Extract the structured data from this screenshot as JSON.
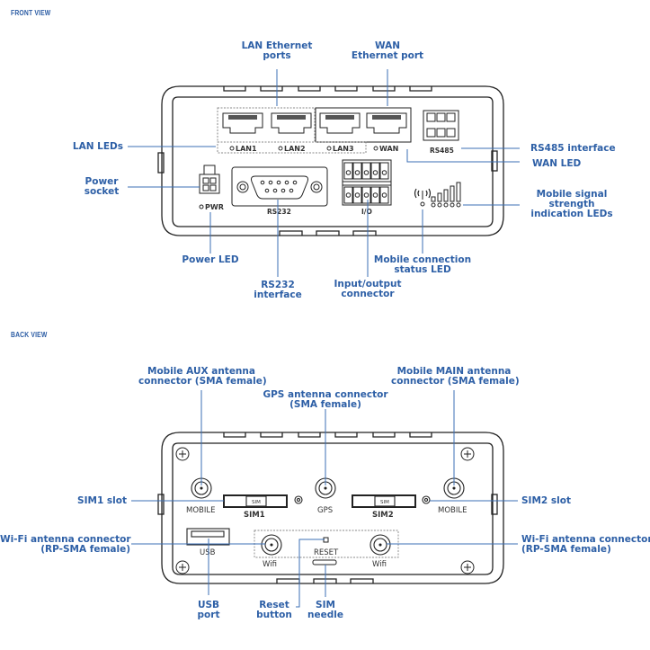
{
  "sections": {
    "front_title": "FRONT VIEW",
    "back_title": "BACK VIEW"
  },
  "colors": {
    "label": "#2d5fa6",
    "leader": "#3b6fb5",
    "outline": "#222222"
  },
  "front": {
    "callouts": {
      "lan_ports": [
        "LAN Ethernet",
        "ports"
      ],
      "wan_port": [
        "WAN",
        "Ethernet port"
      ],
      "lan_leds": [
        "LAN LEDs"
      ],
      "power_socket": [
        "Power",
        "socket"
      ],
      "rs485": [
        "RS485 interface"
      ],
      "wan_led": [
        "WAN LED"
      ],
      "signal_leds": [
        "Mobile signal",
        "strength",
        "indication LEDs"
      ],
      "power_led": [
        "Power LED"
      ],
      "rs232": [
        "RS232",
        "interface"
      ],
      "io": [
        "Input/output",
        "connector"
      ],
      "mobile_status": [
        "Mobile connection",
        "status LED"
      ]
    },
    "device_labels": {
      "lan1": "LAN1",
      "lan2": "LAN2",
      "lan3": "LAN3",
      "wan": "WAN",
      "rs485": "RS485",
      "pwr": "PWR",
      "rs232": "RS232",
      "io": "I/O"
    }
  },
  "back": {
    "callouts": {
      "mobile_aux": [
        "Mobile AUX antenna",
        "connector (SMA female)"
      ],
      "gps": [
        "GPS antenna connector",
        "(SMA female)"
      ],
      "mobile_main": [
        "Mobile MAIN antenna",
        "connector (SMA female)"
      ],
      "sim1": [
        "SIM1 slot"
      ],
      "sim2": [
        "SIM2 slot"
      ],
      "wifi_left": [
        "Wi-Fi antenna connector",
        "(RP-SMA female)"
      ],
      "wifi_right": [
        "Wi-Fi antenna connector",
        "(RP-SMA female)"
      ],
      "usb": [
        "USB",
        "port"
      ],
      "reset": [
        "Reset",
        "button"
      ],
      "sim_needle": [
        "SIM",
        "needle"
      ]
    },
    "device_labels": {
      "mobile_left": "MOBILE",
      "mobile_right": "MOBILE",
      "sim1": "SIM1",
      "sim2": "SIM2",
      "sim_tag": "SIM",
      "gps": "GPS",
      "usb": "USB",
      "wifi_left": "Wifi",
      "wifi_right": "Wifi",
      "reset": "RESET"
    }
  }
}
